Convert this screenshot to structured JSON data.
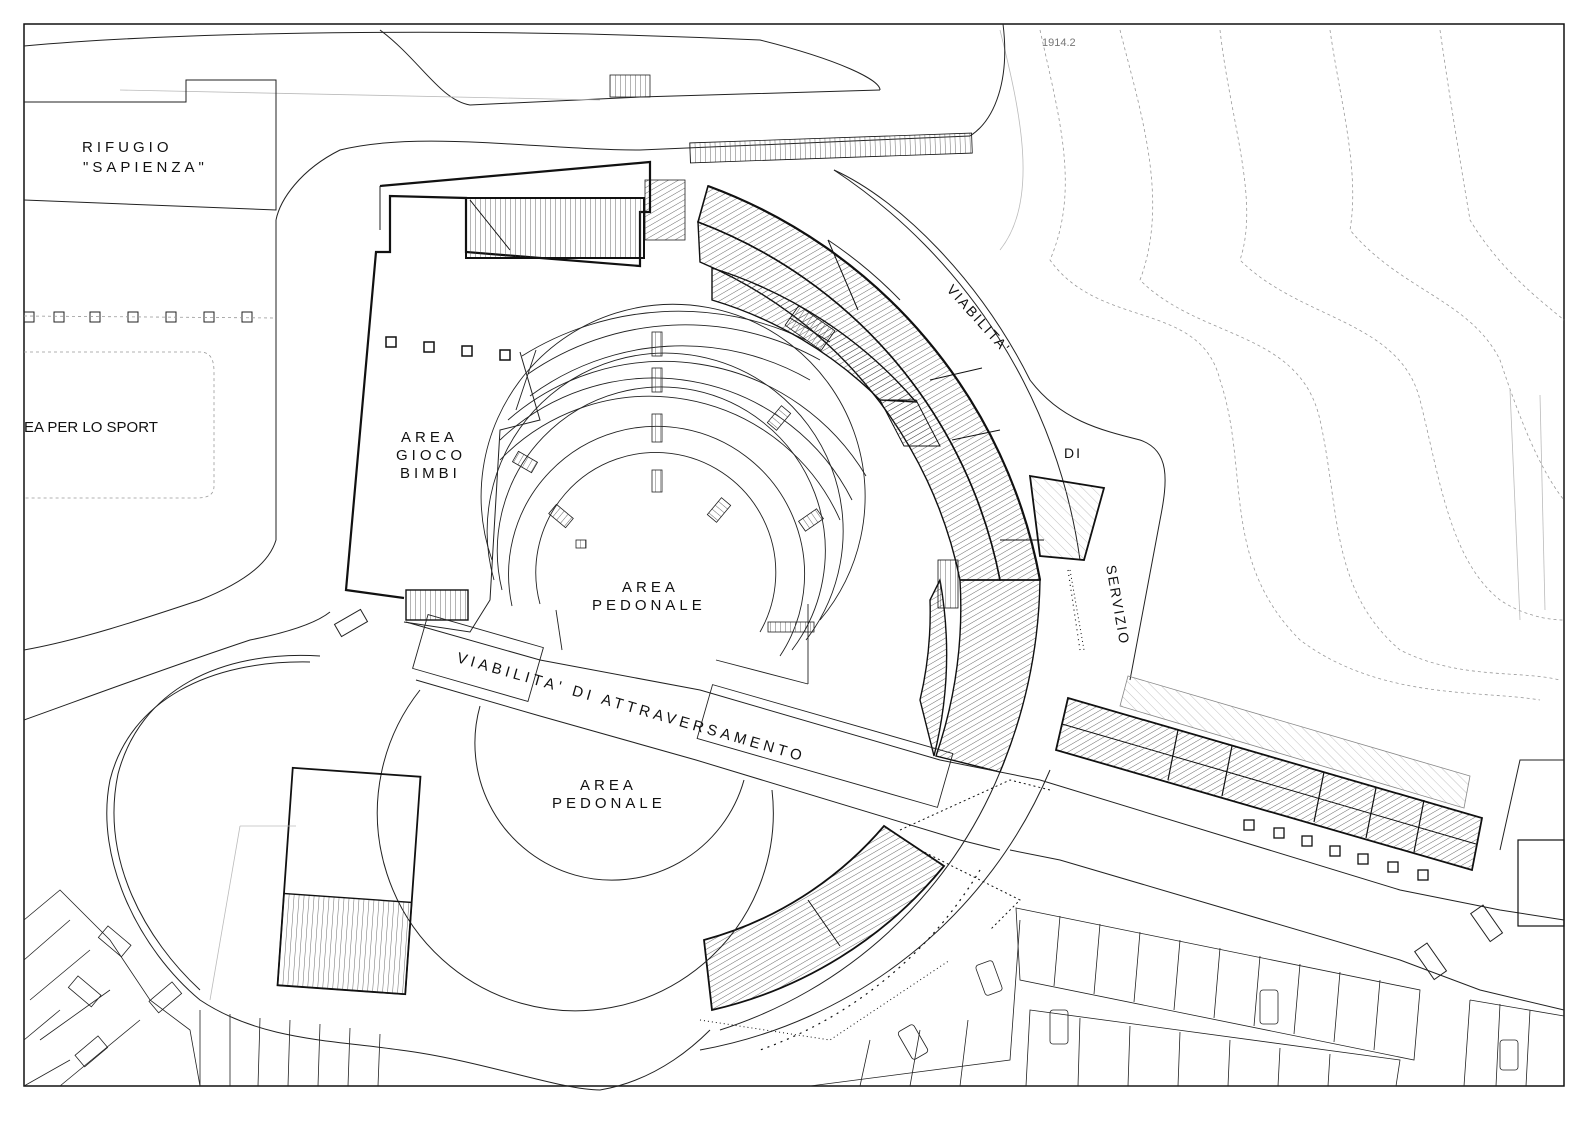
{
  "sheet": {
    "code": "1914.2"
  },
  "labels": {
    "rifugio_1": "RIFUGIO",
    "rifugio_2": "\"SAPIENZA\"",
    "sport": "EA PER LO SPORT",
    "gioco_1": "AREA",
    "gioco_2": "GIOCO",
    "gioco_3": "BIMBI",
    "pedonale_north_1": "AREA",
    "pedonale_north_2": "PEDONALE",
    "pedonale_south_1": "AREA",
    "pedonale_south_2": "PEDONALE",
    "viabilita_service_1": "VIABILITA'",
    "viabilita_service_2": "DI",
    "viabilita_service_3": "SERVIZIO",
    "viabilita_cross": "VIABILITA' DI ATTRAVERSAMENTO"
  },
  "colors": {
    "ink": "#111111",
    "hatch": "#444444",
    "paper": "#ffffff",
    "contour": "#bbbbbb"
  }
}
